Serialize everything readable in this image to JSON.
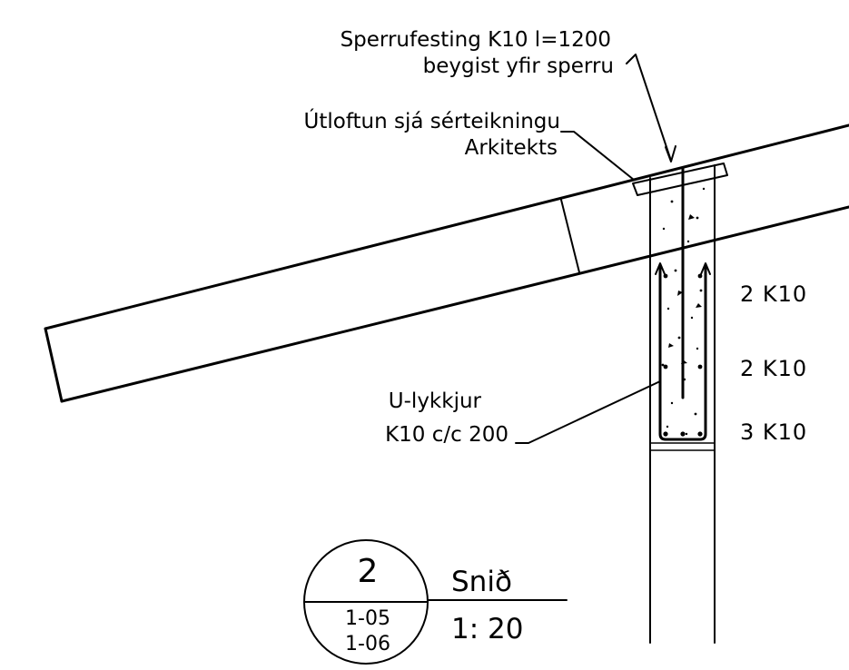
{
  "annotations": {
    "rafter_fixing": {
      "line1": "Sperrufesting K10 l=1200",
      "line2": "beygist yfir sperru"
    },
    "soffit": {
      "line1": "Útloftun sjá sérteikningu",
      "line2": "Arkitekts"
    },
    "stirrups": {
      "line1": "U-lykkjur",
      "line2": "K10 c/c 200"
    },
    "rebar_top": "2 K10",
    "rebar_mid": "2 K10",
    "rebar_bottom": "3 K10"
  },
  "section_marker": {
    "number": "2",
    "sheet_top": "1-05",
    "sheet_bottom": "1-06",
    "title": "Snið",
    "scale": "1: 20"
  }
}
